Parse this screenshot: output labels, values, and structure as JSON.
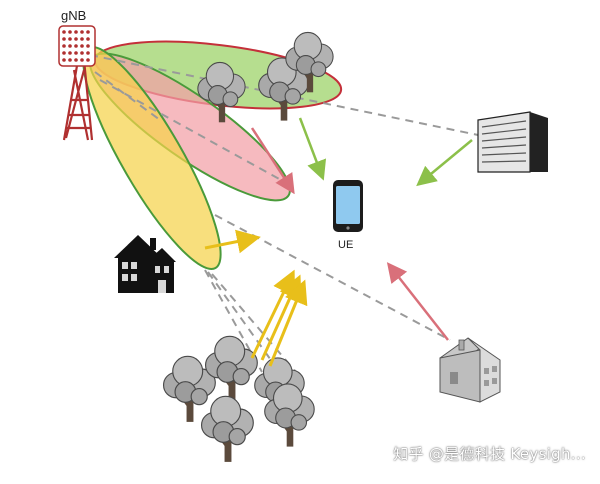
{
  "labels": {
    "gnb": "gNB",
    "ue": "UE"
  },
  "watermark": "知乎 @是德科技 Keysigh...",
  "colors": {
    "beam_green": "#9ed36a",
    "beam_red": "#f3a0a6",
    "beam_yellow": "#f5d24b",
    "arrow_yellow": "#e8bf1a",
    "arrow_green": "#8cc04a",
    "arrow_red": "#d9707a",
    "tower": "#b03030",
    "phone": "#8fc9ef"
  },
  "icons": {
    "base_station": "cell-tower-icon",
    "phone": "smartphone-icon",
    "office": "office-building-icon",
    "house": "house-icon",
    "trees": "tree-icon"
  }
}
